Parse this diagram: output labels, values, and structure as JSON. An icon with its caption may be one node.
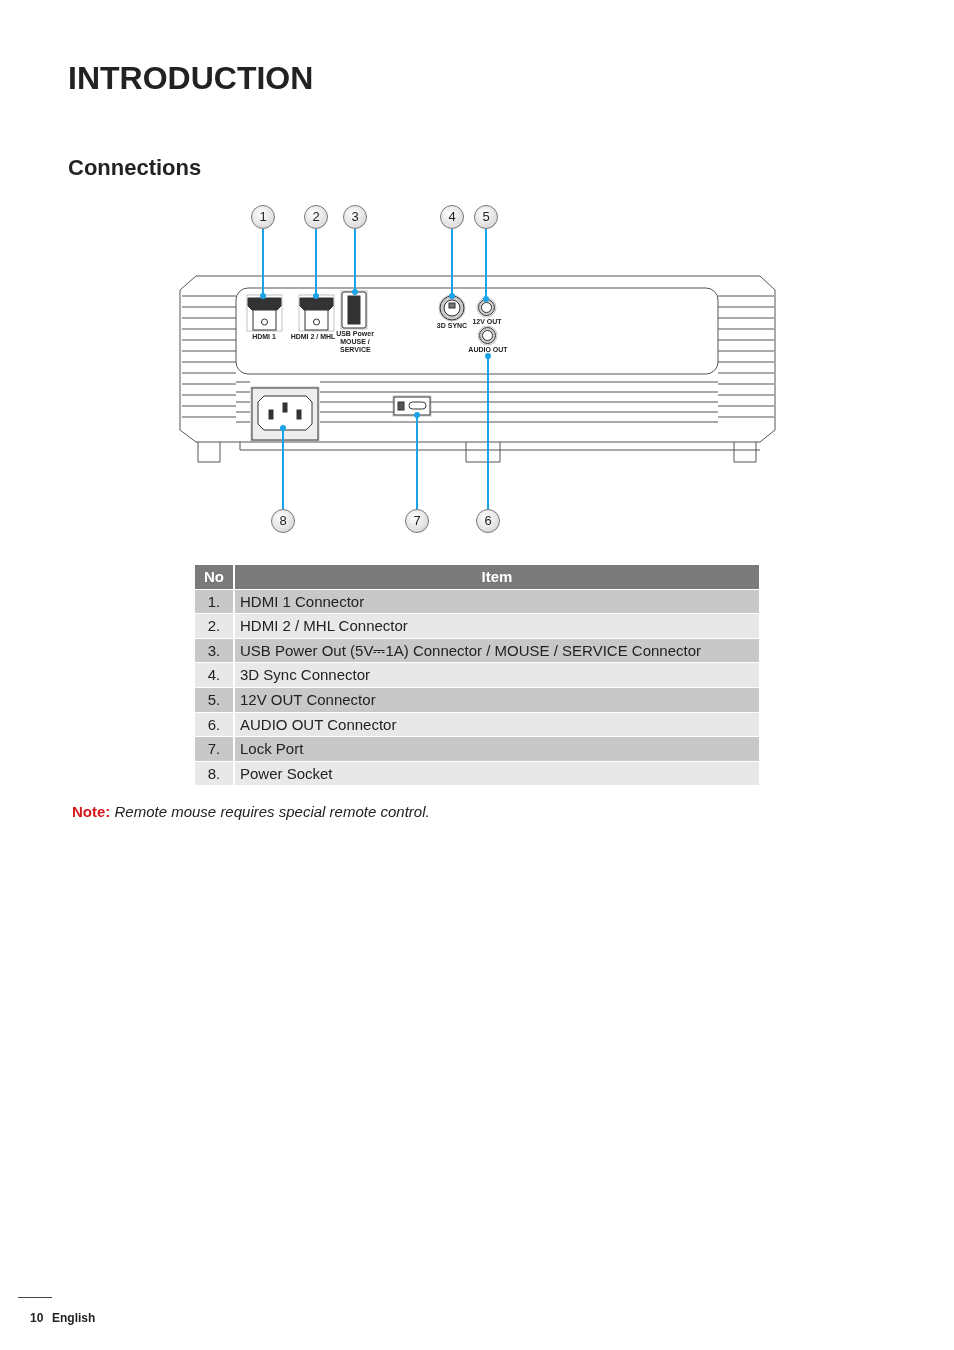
{
  "diagram": {
    "title": "INTRODUCTION",
    "nodes": [
      {
        "text": [
          "1"
        ]
      },
      {
        "text": [
          "2"
        ]
      },
      {
        "text": [
          "3"
        ]
      },
      {
        "text": [
          "4"
        ]
      },
      {
        "text": [
          "5"
        ]
      },
      {
        "text": [
          "6"
        ]
      },
      {
        "text": [
          "7"
        ]
      },
      {
        "text": [
          "8"
        ]
      },
      {
        "text": [],
        "shape": "box",
        "beside": [
          "HDMI 1"
        ]
      },
      {
        "text": [],
        "shape": "box",
        "beside": [
          "HDMI 2 / MHL"
        ]
      },
      {
        "text": [],
        "shape": "box",
        "beside": [
          "USB Power",
          "MOUSE / SERVICE"
        ]
      },
      {
        "text": [],
        "shape": "circle",
        "beside": [
          "3D SYNC"
        ]
      },
      {
        "text": [],
        "shape": "circle",
        "beside": [
          "12V OUT"
        ]
      },
      {
        "text": [],
        "shape": "circle",
        "beside": [
          "AUDIO OUT"
        ]
      },
      {
        "text": [],
        "shape": "box"
      },
      {
        "text": [],
        "shape": "box"
      }
    ],
    "edges": [
      {
        "from": 0,
        "to": 8,
        "arrow": "other"
      },
      {
        "from": 1,
        "to": 9,
        "arrow": "other"
      },
      {
        "from": 2,
        "to": 10,
        "arrow": "other"
      },
      {
        "from": 3,
        "to": 11,
        "arrow": "other"
      },
      {
        "from": 4,
        "to": 12,
        "arrow": "other"
      },
      {
        "from": 5,
        "to": 13,
        "arrow": "other"
      },
      {
        "from": 6,
        "to": 15,
        "arrow": "other"
      },
      {
        "from": 7,
        "to": 14,
        "arrow": "other"
      }
    ],
    "labels": [
      "Connections",
      "No",
      "Item",
      "1.",
      "HDMI 1 Connector",
      "2.",
      "HDMI 2 / MHL Connector",
      "3.",
      "USB Power Out (5V⎓1A) Connector / MOUSE / SERVICE Connector",
      "4.",
      "3D Sync Connector",
      "5.",
      "12V OUT Connector",
      "6.",
      "AUDIO OUT Connector",
      "7.",
      "Lock Port",
      "8.",
      "Power Socket",
      "**Note:** *Remote mouse requires special remote control.*",
      "10",
      "English"
    ]
  }
}
